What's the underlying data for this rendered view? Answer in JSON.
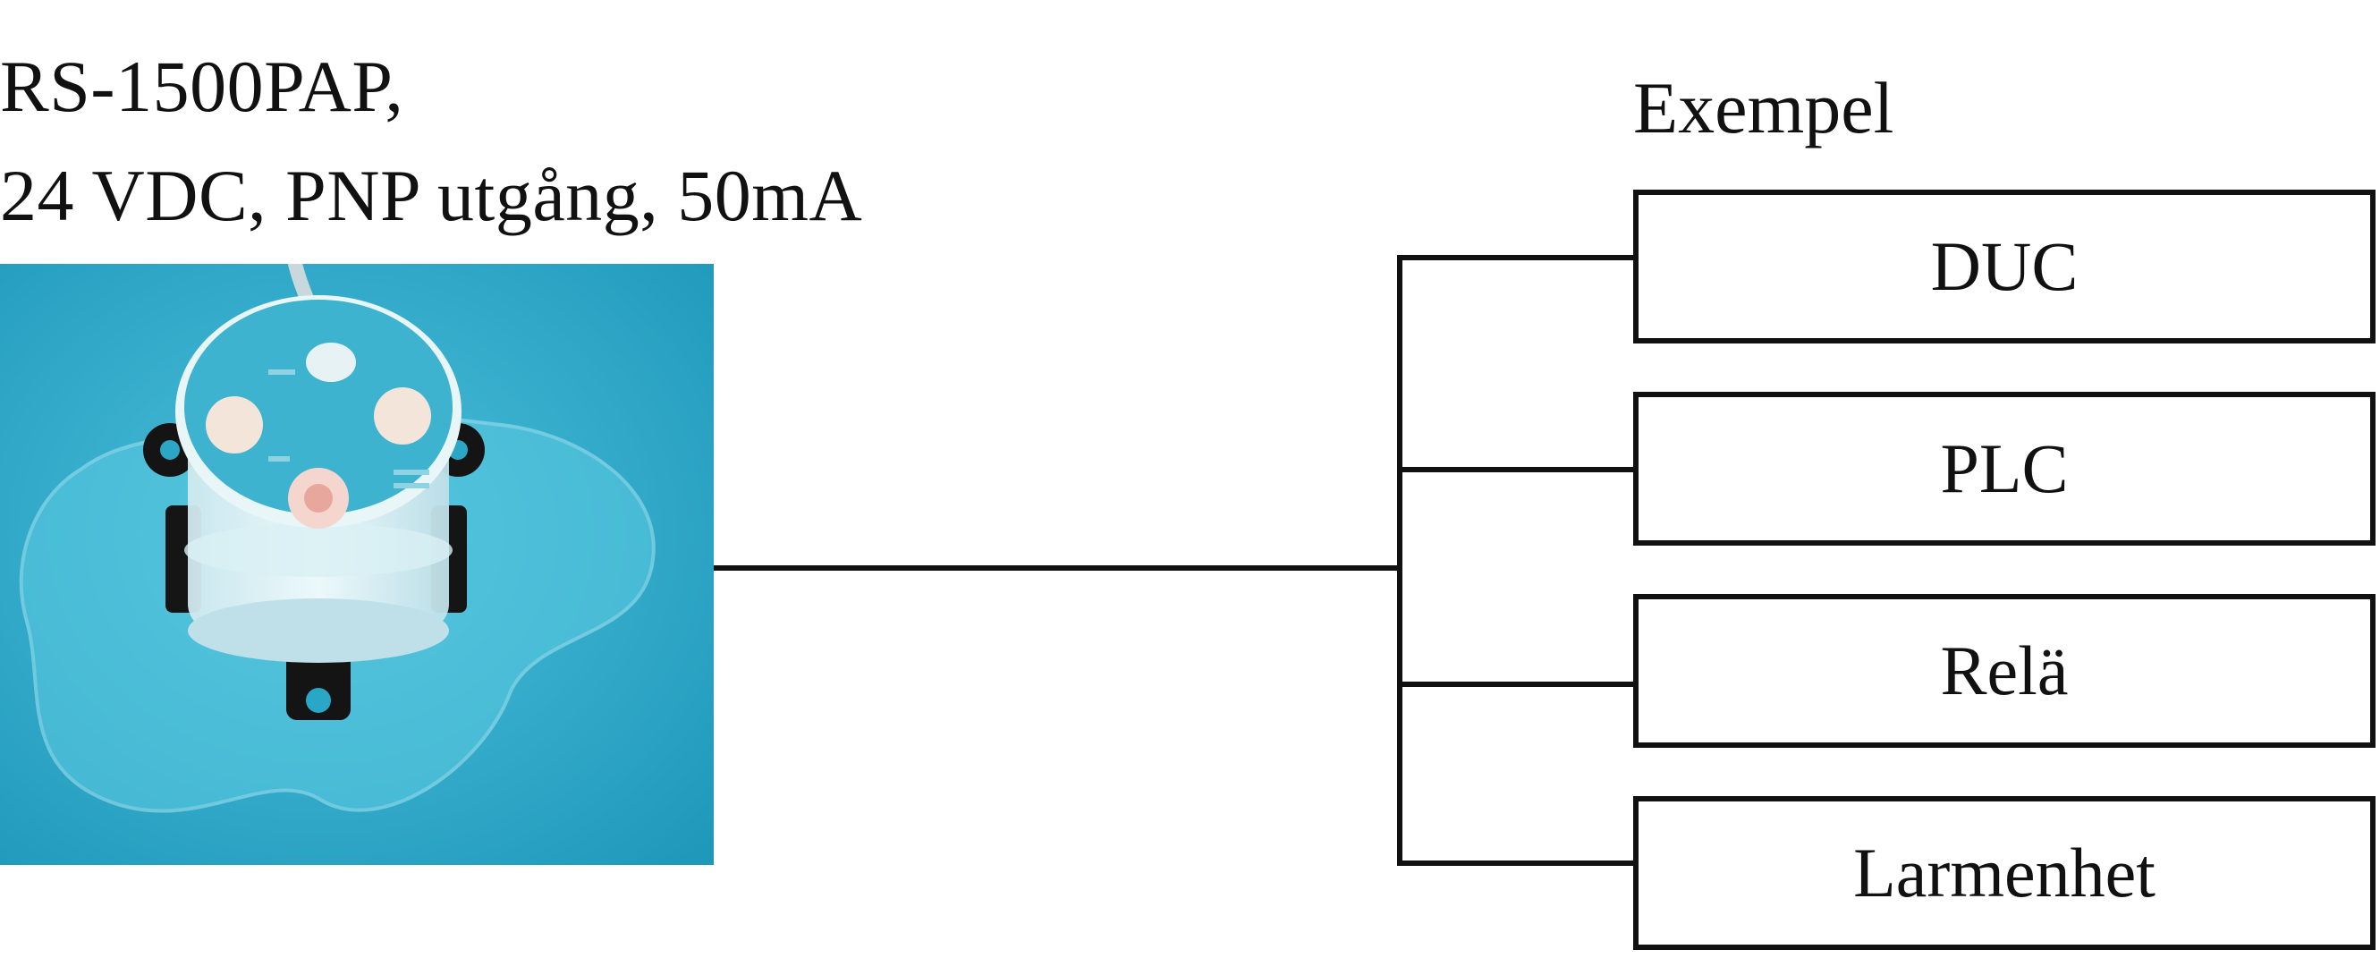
{
  "title": {
    "line1": "RS-1500PAP,",
    "line2": "24 VDC, PNP utgång, 50mA"
  },
  "examples": {
    "heading": "Exempel",
    "items": [
      "DUC",
      "PLC",
      "Relä",
      "Larmenhet"
    ]
  },
  "colors": {
    "photo_background": "#2aa6c6",
    "line": "#111111"
  },
  "icons": {
    "sensor_photo": "water-leak-sensor-photo"
  }
}
